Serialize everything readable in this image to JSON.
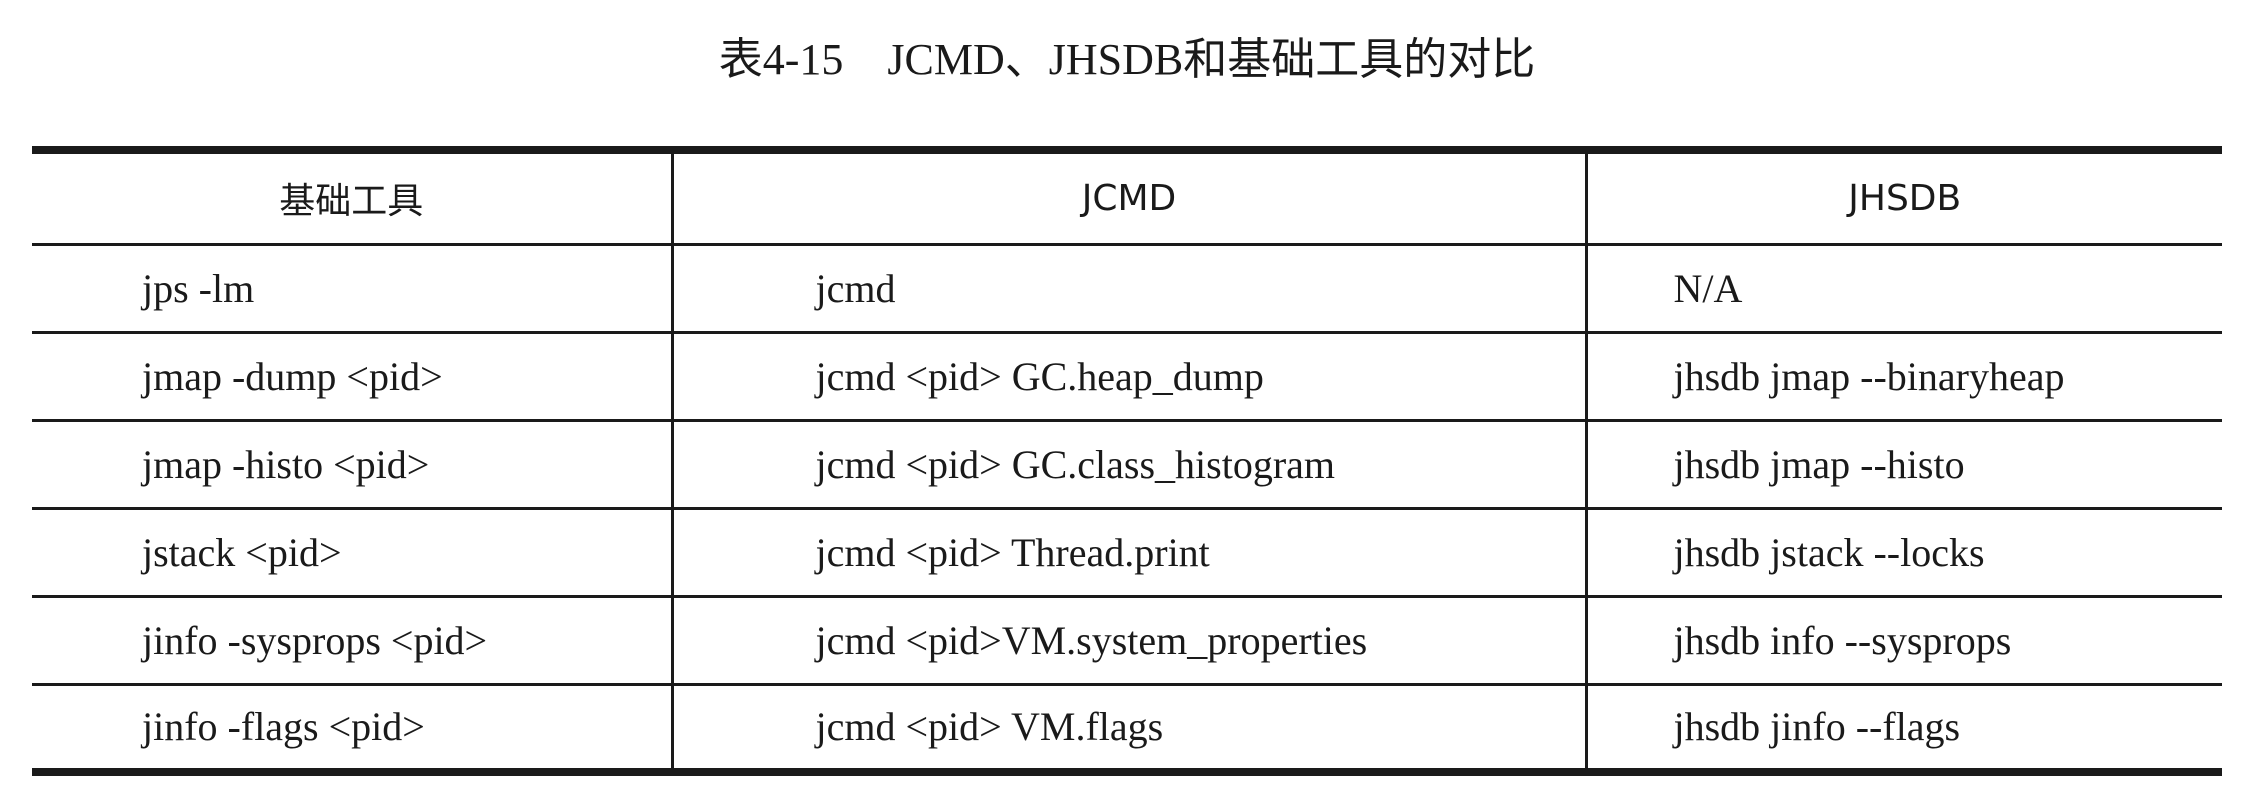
{
  "caption": "表4-15　JCMD、JHSDB和基础工具的对比",
  "table": {
    "headers": [
      "基础工具",
      "JCMD",
      "JHSDB"
    ],
    "rows": [
      [
        "jps -lm",
        "jcmd",
        "N/A"
      ],
      [
        "jmap -dump <pid>",
        "jcmd <pid> GC.heap_dump",
        "jhsdb jmap --binaryheap"
      ],
      [
        "jmap -histo <pid>",
        "jcmd <pid> GC.class_histogram",
        "jhsdb jmap --histo"
      ],
      [
        "jstack <pid>",
        "jcmd <pid> Thread.print",
        "jhsdb jstack --locks"
      ],
      [
        "jinfo -sysprops <pid>",
        "jcmd <pid>VM.system_properties",
        "jhsdb info --sysprops"
      ],
      [
        "jinfo -flags <pid>",
        "jcmd <pid> VM.flags",
        "jhsdb jinfo --flags"
      ]
    ]
  }
}
